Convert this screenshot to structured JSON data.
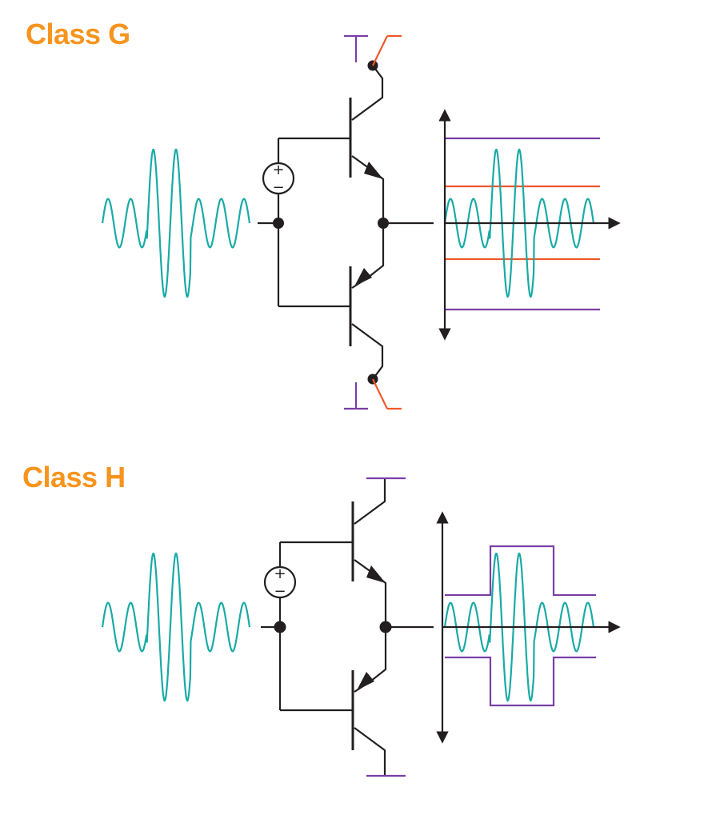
{
  "colors": {
    "title": "#f7941d",
    "wire": "#231f20",
    "signal": "#1aaaa6",
    "rail_high": "#7a3fa6",
    "rail_low": "#f0582a"
  },
  "panels": [
    {
      "id": "class-g",
      "title": "Class G"
    },
    {
      "id": "class-h",
      "title": "Class H"
    }
  ],
  "source_symbol": {
    "plus": "+",
    "minus": "−"
  }
}
